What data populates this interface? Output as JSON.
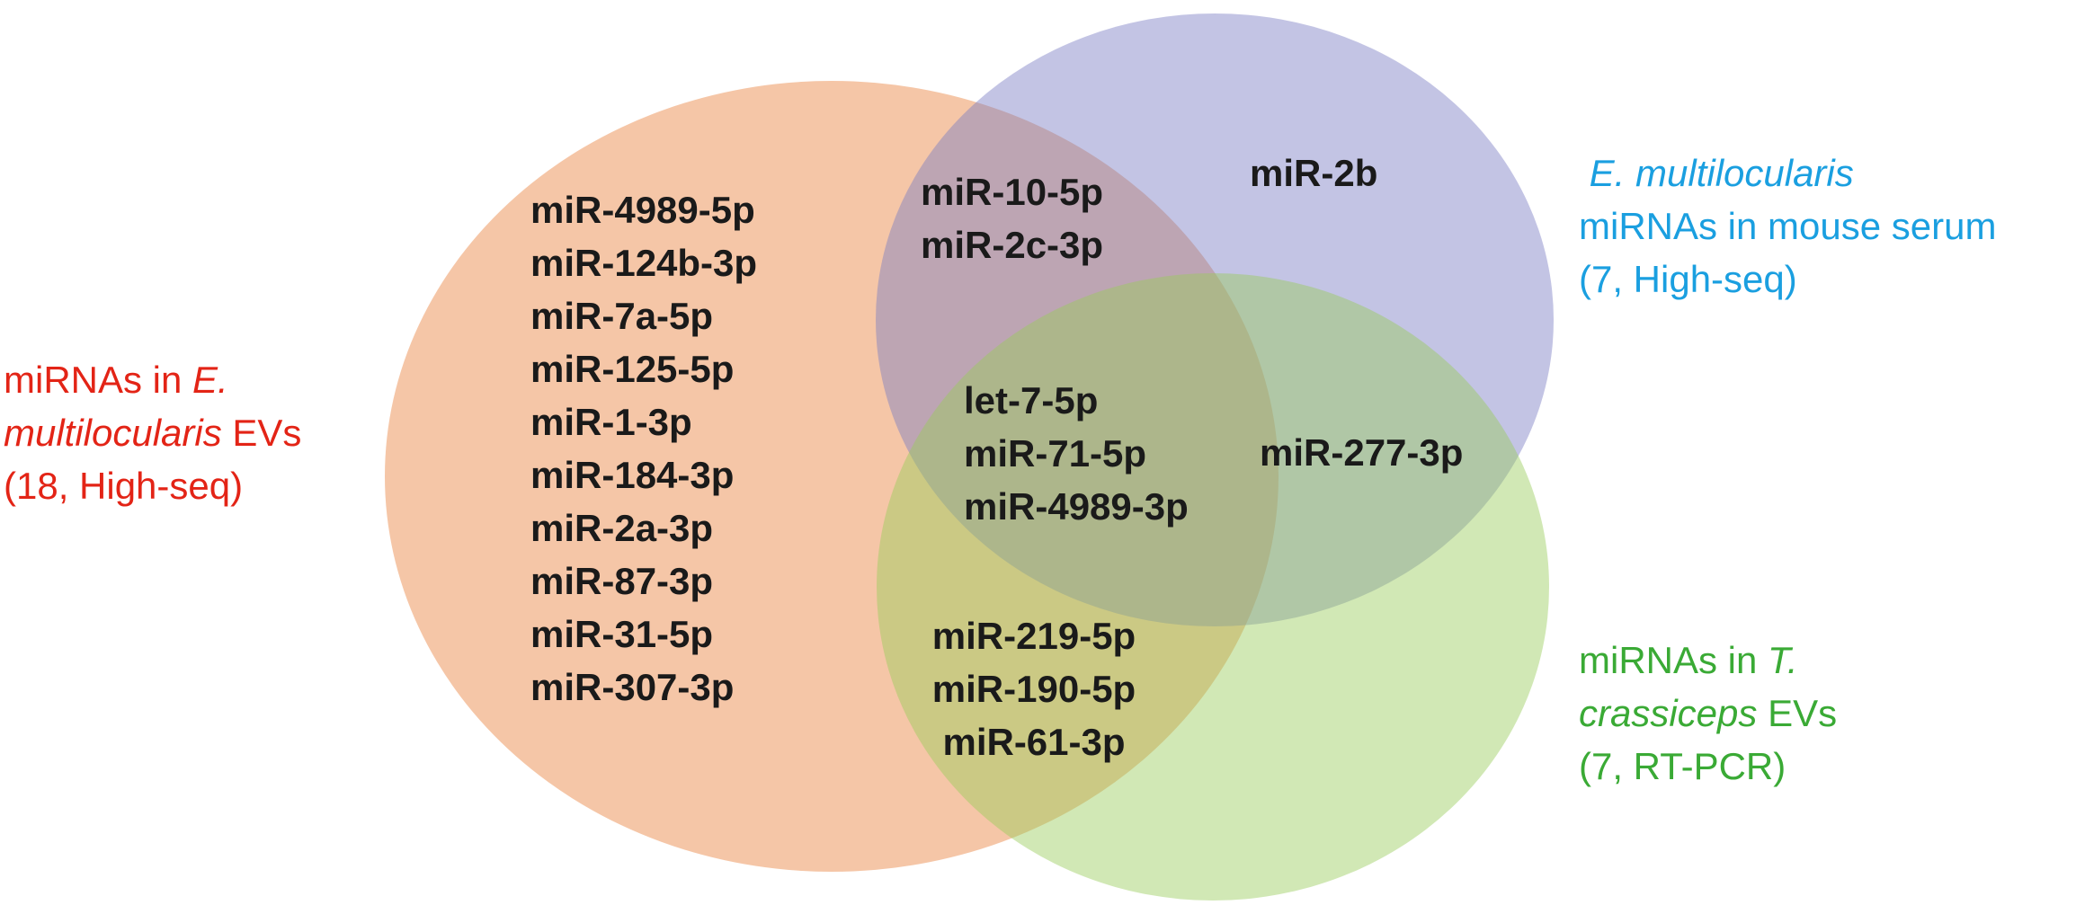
{
  "sets": {
    "em_evs": {
      "color": "#e8813c",
      "label_color": "#e32416",
      "label_lines": [
        [
          {
            "t": "miRNAs in ",
            "i": false
          },
          {
            "t": "E.",
            "i": true
          }
        ],
        [
          {
            "t": "multilocularis",
            "i": true
          },
          {
            "t": " EVs",
            "i": false
          }
        ],
        [
          {
            "t": "(18, High-seq)",
            "i": false
          }
        ]
      ]
    },
    "em_serum": {
      "color": "#7a7cc4",
      "label_color": "#1a9fe0",
      "label_lines": [
        [
          {
            "t": " E. multilocularis",
            "i": true
          }
        ],
        [
          {
            "t": "miRNAs in mouse serum",
            "i": false
          }
        ],
        [
          {
            "t": "(7, High-seq)",
            "i": false
          }
        ]
      ]
    },
    "tc_evs": {
      "color": "#9acd5a",
      "label_color": "#3aaa35",
      "label_lines": [
        [
          {
            "t": "miRNAs in ",
            "i": false
          },
          {
            "t": "T.",
            "i": true
          }
        ],
        [
          {
            "t": "crassiceps",
            "i": true
          },
          {
            "t": " EVs",
            "i": false
          }
        ],
        [
          {
            "t": "(7, RT-PCR)",
            "i": false
          }
        ]
      ]
    }
  },
  "regions": {
    "em_evs_only": [
      "miR-4989-5p",
      "miR-124b-3p",
      "miR-7a-5p",
      "miR-125-5p",
      "miR-1-3p",
      "miR-184-3p",
      "miR-2a-3p",
      "miR-87-3p",
      "miR-31-5p",
      "miR-307-3p"
    ],
    "em_evs_and_serum": [
      "miR-10-5p",
      "miR-2c-3p"
    ],
    "serum_only": [
      "miR-2b"
    ],
    "all_three": [
      "let-7-5p",
      "miR-71-5p",
      "miR-4989-3p"
    ],
    "serum_and_tc": [
      "miR-277-3p"
    ],
    "em_evs_and_tc": [
      "miR-219-5p",
      "miR-190-5p",
      "miR-61-3p"
    ]
  }
}
